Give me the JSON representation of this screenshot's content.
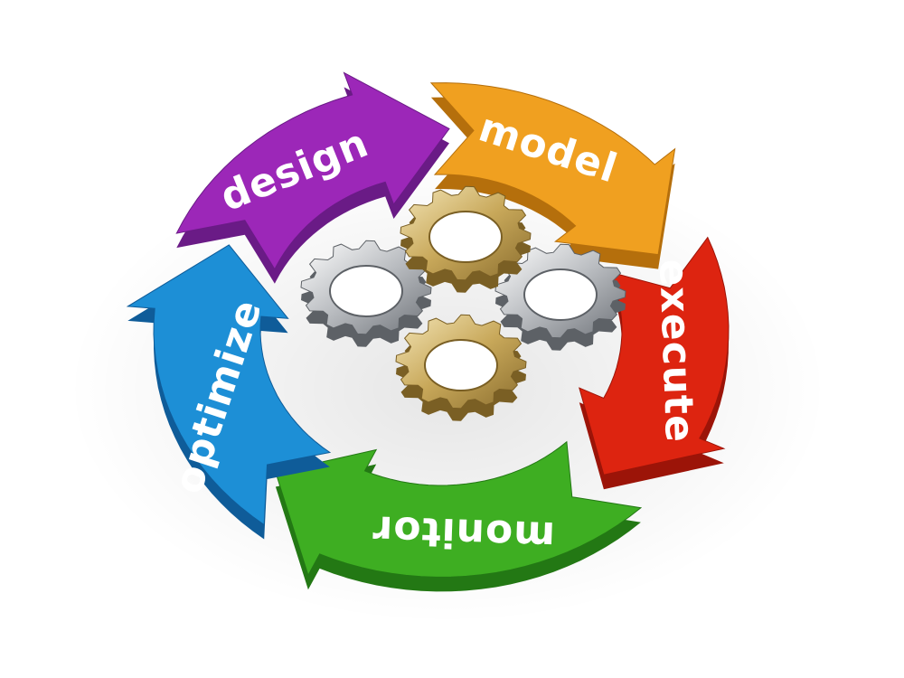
{
  "cycle": {
    "stages": [
      {
        "label": "design",
        "color": "#9c27b8",
        "dark": "#6a1b86"
      },
      {
        "label": "model",
        "color": "#f0a020",
        "dark": "#b56f0c"
      },
      {
        "label": "execute",
        "color": "#dd2410",
        "dark": "#9c1408"
      },
      {
        "label": "monitor",
        "color": "#3eae22",
        "dark": "#237814"
      },
      {
        "label": "optimize",
        "color": "#1d8fd6",
        "dark": "#0f5c99"
      }
    ],
    "gears": [
      {
        "name": "gear-gold-top",
        "finish": "gold"
      },
      {
        "name": "gear-silver-left",
        "finish": "silver"
      },
      {
        "name": "gear-silver-right",
        "finish": "silver"
      },
      {
        "name": "gear-gold-bottom",
        "finish": "gold"
      }
    ]
  }
}
